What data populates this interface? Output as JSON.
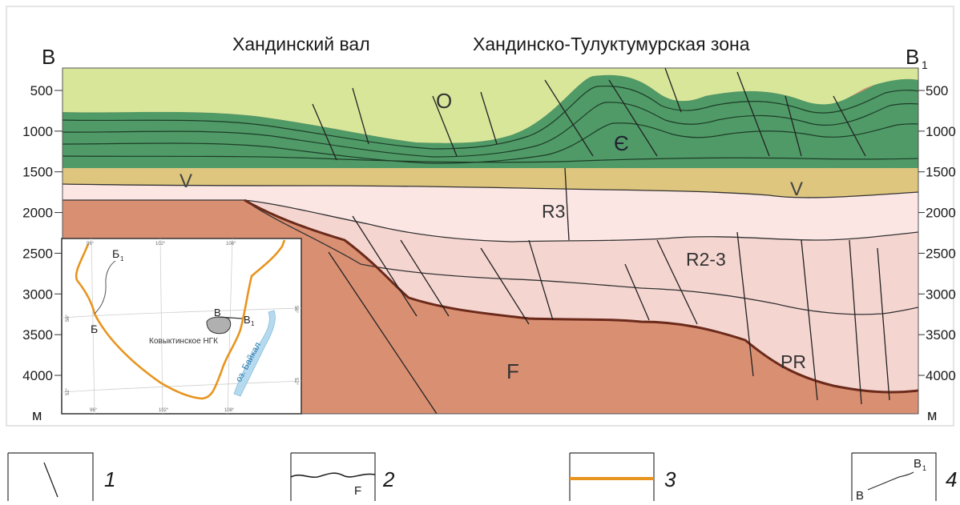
{
  "header": {
    "left_letter": "В",
    "right_letter": "В",
    "right_subscript": "1",
    "title_left": "Хандинский вал",
    "title_right": "Хандинско-Тулуктумурская зона"
  },
  "axis": {
    "ticks": [
      "500",
      "1000",
      "1500",
      "2000",
      "2500",
      "3000",
      "3500",
      "4000"
    ],
    "unit": "м"
  },
  "units": {
    "O": "O",
    "C": "Є",
    "V_left": "V",
    "V_right": "V",
    "R3": "R3",
    "R23": "R2-3",
    "PR": "PR",
    "F": "F"
  },
  "inset": {
    "lon_labels": [
      "96°",
      "102°",
      "108°"
    ],
    "lon_labels_bottom": [
      "96°",
      "102°",
      "108°"
    ],
    "lat_labels": [
      "56°",
      "52°"
    ],
    "lat_labels_right": [
      "56°",
      "52°"
    ],
    "point_B_cyr": "Б",
    "point_B1_cyr": "Б",
    "point_B1_cyr_sub": "1",
    "point_V": "В",
    "point_V1": "В",
    "point_V1_sub": "1",
    "field_label": "Ковыктинское НГК",
    "lake_label": "оз. Байкал",
    "colors": {
      "boundary": "#e8941e",
      "lake": "#b5d9ee",
      "field": "#b0b0b0"
    }
  },
  "legend": [
    {
      "number": "1",
      "icon": "fault-line-icon"
    },
    {
      "number": "2",
      "icon": "foundation-surface-icon",
      "letter": "F"
    },
    {
      "number": "3",
      "icon": "platform-boundary-icon"
    },
    {
      "number": "4",
      "icon": "profile-line-icon",
      "start": "В",
      "end": "В",
      "end_sub": "1"
    }
  ]
}
